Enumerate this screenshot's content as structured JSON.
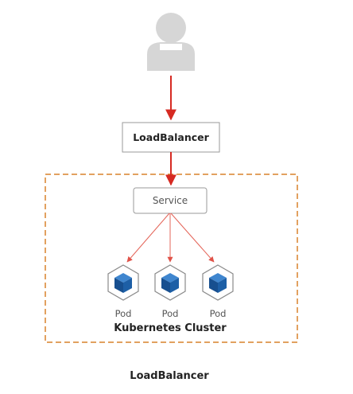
{
  "load_balancer": {
    "label": "LoadBalancer"
  },
  "service": {
    "label": "Service"
  },
  "pods": [
    {
      "label": "Pod"
    },
    {
      "label": "Pod"
    },
    {
      "label": "Pod"
    }
  ],
  "cluster": {
    "label": "Kubernetes Cluster"
  },
  "caption": "LoadBalancer",
  "colors": {
    "user_icon": "#d6d6d6",
    "arrow_primary": "#d62a22",
    "arrow_secondary": "#e46458",
    "cluster_border": "#d9822b",
    "pod_icon": "#1d5fa6"
  }
}
